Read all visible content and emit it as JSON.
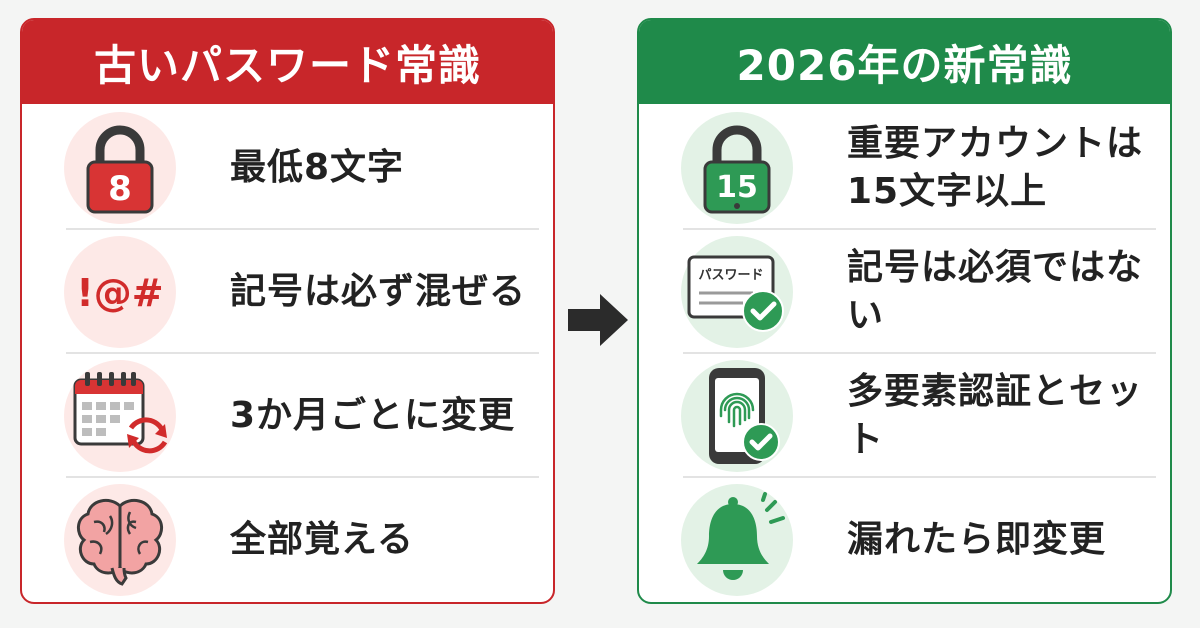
{
  "left_panel": {
    "title": "古いパスワード常識",
    "color": "#c8262a",
    "items": [
      {
        "icon": "lock-icon",
        "badge": "8",
        "text": "最低8文字"
      },
      {
        "icon": "symbols-icon",
        "badge": "!@#",
        "text": "記号は必ず混ぜる"
      },
      {
        "icon": "calendar-refresh-icon",
        "text": "3か月ごとに変更"
      },
      {
        "icon": "brain-icon",
        "text": "全部覚える"
      }
    ]
  },
  "right_panel": {
    "title": "2026年の新常識",
    "color": "#1f8a4a",
    "items": [
      {
        "icon": "lock-icon",
        "badge": "15",
        "text": "重要アカウントは\n15文字以上"
      },
      {
        "icon": "password-card-check-icon",
        "badge": "パスワード",
        "text": "記号は必須ではない"
      },
      {
        "icon": "phone-fingerprint-icon",
        "text": "多要素認証とセット"
      },
      {
        "icon": "bell-icon",
        "text": "漏れたら即変更"
      }
    ]
  },
  "arrow_icon": "arrow-right-icon"
}
